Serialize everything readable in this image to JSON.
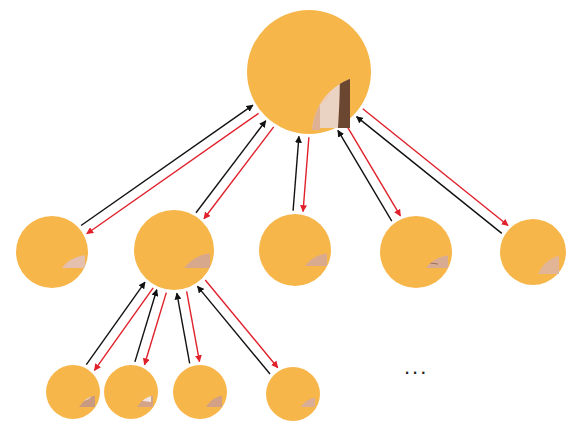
{
  "diagram": {
    "nodes": [
      {
        "text": []
      },
      {
        "text": []
      },
      {
        "text": []
      },
      {
        "text": []
      },
      {
        "text": []
      },
      {
        "text": []
      },
      {
        "text": []
      },
      {
        "text": []
      },
      {
        "text": []
      },
      {
        "text": []
      }
    ],
    "edges": [
      {
        "from": 1,
        "to": 0,
        "arrow": "to"
      },
      {
        "from": 0,
        "to": 1,
        "arrow": "to"
      },
      {
        "from": 2,
        "to": 0,
        "arrow": "to"
      },
      {
        "from": 0,
        "to": 2,
        "arrow": "to"
      },
      {
        "from": 3,
        "to": 0,
        "arrow": "to"
      },
      {
        "from": 0,
        "to": 3,
        "arrow": "to"
      },
      {
        "from": 4,
        "to": 0,
        "arrow": "to"
      },
      {
        "from": 0,
        "to": 4,
        "arrow": "to"
      },
      {
        "from": 5,
        "to": 0,
        "arrow": "to"
      },
      {
        "from": 0,
        "to": 5,
        "arrow": "to"
      },
      {
        "from": 6,
        "to": 2,
        "arrow": "to"
      },
      {
        "from": 2,
        "to": 6,
        "arrow": "to"
      },
      {
        "from": 7,
        "to": 2,
        "arrow": "to"
      },
      {
        "from": 2,
        "to": 7,
        "arrow": "to"
      },
      {
        "from": 8,
        "to": 2,
        "arrow": "to"
      },
      {
        "from": 2,
        "to": 8,
        "arrow": "to"
      },
      {
        "from": 9,
        "to": 2,
        "arrow": "to"
      },
      {
        "from": 2,
        "to": 9,
        "arrow": "to"
      }
    ],
    "labels": [
      "..."
    ]
  }
}
